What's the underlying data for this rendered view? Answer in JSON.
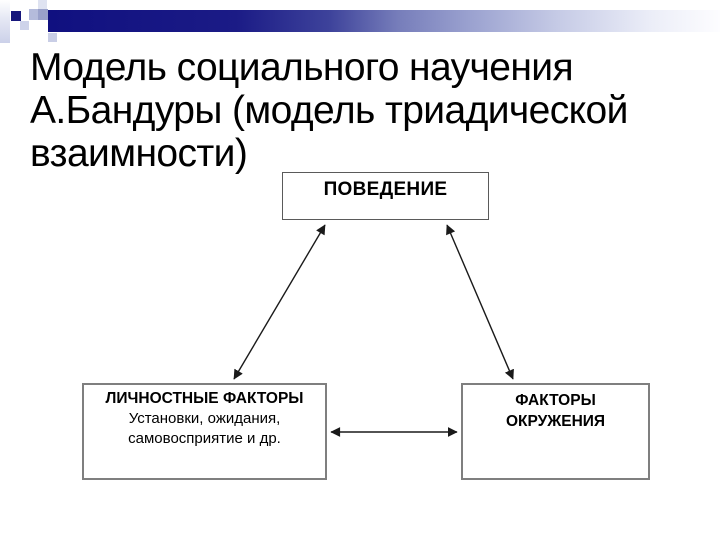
{
  "slide": {
    "title": {
      "lines": [
        "Модель социального научения",
        "А.Бандуры (модель триадической",
        "взаимности)"
      ]
    },
    "diagram": {
      "behavior_box": {
        "label": "ПОВЕДЕНИЕ"
      },
      "personal_box": {
        "heading": "ЛИЧНОСТНЫЕ ФАКТОРЫ",
        "line2": "Установки, ожидания,",
        "line3": "самовосприятие и др."
      },
      "environment_box": {
        "line1": "ФАКТОРЫ",
        "line2": "ОКРУЖЕНИЯ"
      },
      "arrows": [
        {
          "from": "ПОВЕДЕНИЕ",
          "to": "ЛИЧНОСТНЫЕ ФАКТОРЫ",
          "type": "bidirectional"
        },
        {
          "from": "ПОВЕДЕНИЕ",
          "to": "ФАКТОРЫ ОКРУЖЕНИЯ",
          "type": "bidirectional"
        },
        {
          "from": "ЛИЧНОСТНЫЕ ФАКТОРЫ",
          "to": "ФАКТОРЫ ОКРУЖЕНИЯ",
          "type": "bidirectional"
        }
      ]
    },
    "colors": {
      "bar_dark_navy": "#101080",
      "bar_fade_end": "#fdfdff",
      "square_dark": "#17177c",
      "square_lavender": "#b4bbdb",
      "square_slate": "#99a1ca",
      "box_border_gray": "#7f7f7f",
      "behavior_border": "#5a5a5a",
      "text": "#000000",
      "background": "#ffffff"
    }
  }
}
